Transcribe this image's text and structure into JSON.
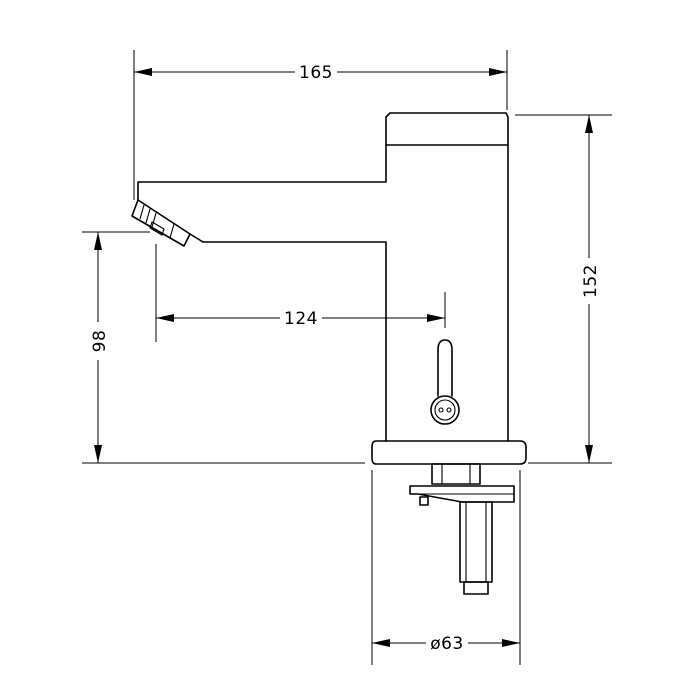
{
  "dimensions": {
    "overall_length": "165",
    "overall_height": "152",
    "spout_reach": "124",
    "spout_height": "98",
    "base_diameter": "ø63"
  }
}
